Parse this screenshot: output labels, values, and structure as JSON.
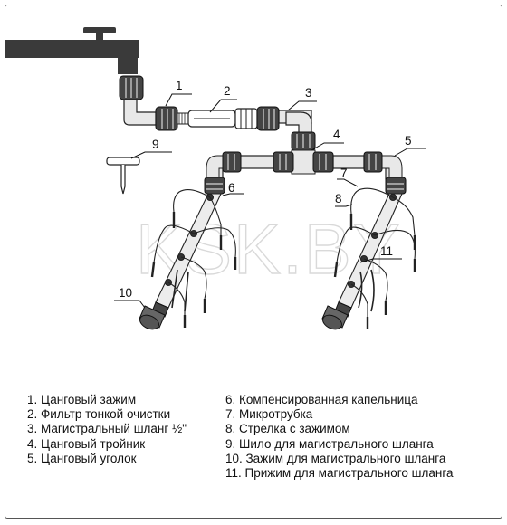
{
  "watermark": "KSK.BY",
  "callouts": [
    "1",
    "2",
    "3",
    "4",
    "5",
    "6",
    "7",
    "8",
    "9",
    "10",
    "11"
  ],
  "legend_left": [
    "1. Цанговый зажим",
    "2. Фильтр тонкой очистки",
    "3. Магистральный шланг ½\"",
    "4. Цанговый тройник",
    "5. Цанговый уголок"
  ],
  "legend_right": [
    "6. Компенсированная капельница",
    "7. Микротрубка",
    "8. Стрелка с зажимом",
    "9. Шило для магистрального шланга",
    "10. Зажим для магистрального шланга",
    "11. Прижим для магистрального шланга"
  ],
  "colors": {
    "pipe": "#e6e6e6",
    "dark": "#2b2b2b",
    "fitting": "#4a4a4a",
    "line": "#222222"
  }
}
